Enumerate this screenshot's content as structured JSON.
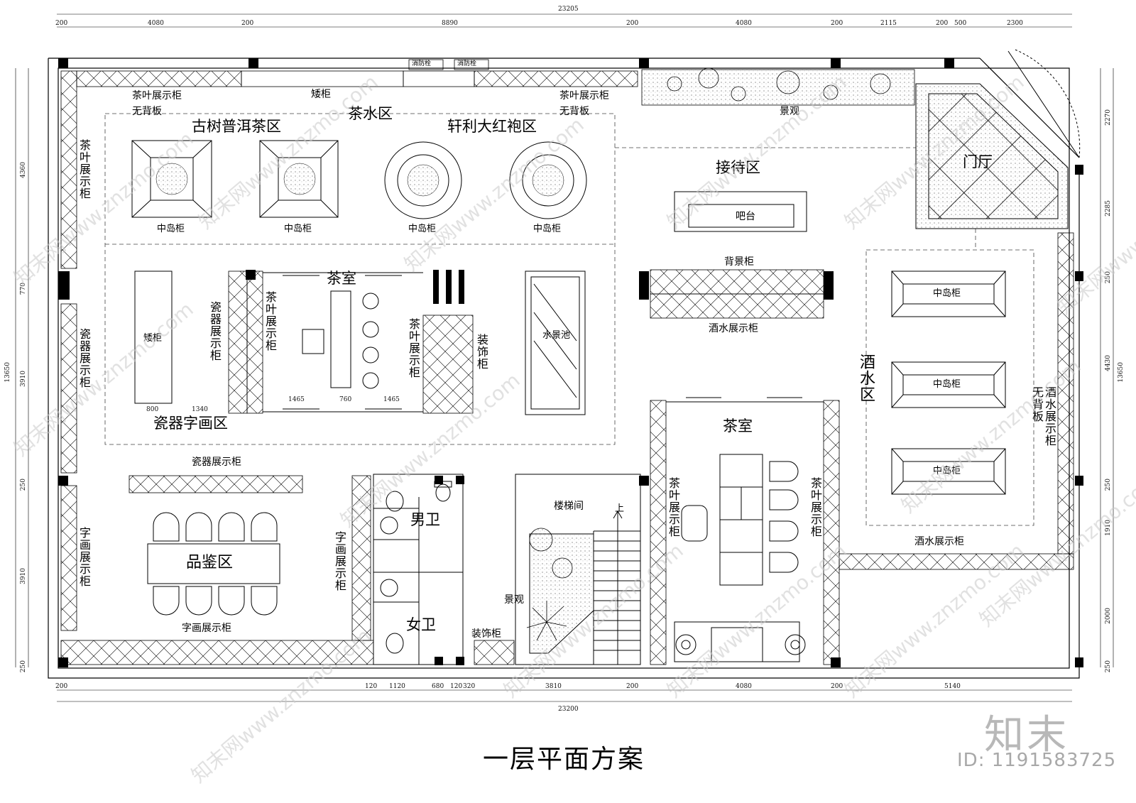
{
  "title": "一层平面方案",
  "logo": "知末",
  "image_id": "ID: 1191583725",
  "watermark": "知末网www.znzmo.com",
  "zones": {
    "tea_water": "茶水区",
    "gushu": "古树普洱茶区",
    "xuanli": "轩利大红袍区",
    "reception": "接待区",
    "entrance": "门厅",
    "landscape_top": "景观",
    "porcelain_zone": "瓷器字画区",
    "tea_room_1": "茶室",
    "tea_room_2": "茶室",
    "pinjian": "品鉴区",
    "men_wc": "男卫",
    "women_wc": "女卫",
    "stair": "楼梯间",
    "stair_up": "上",
    "landscape_stair": "景观",
    "wine_zone": "酒水区"
  },
  "labels": {
    "tea_cabinet_noback_l": "茶叶展示柜",
    "noback_l": "无背板",
    "low_cab_top": "矮柜",
    "tea_cabinet_noback_r": "茶叶展示柜",
    "noback_r": "无背板",
    "fire_1": "消防栓",
    "fire_2": "消防栓",
    "island": [
      "中岛柜",
      "中岛柜",
      "中岛柜",
      "中岛柜"
    ],
    "bar": "吧台",
    "bg_cabinet": "背景柜",
    "wine_display_1": "酒水展示柜",
    "wine_display_2": "酒水展示柜",
    "wine_islands": [
      "中岛柜",
      "中岛柜",
      "中岛柜"
    ],
    "low_cab_mid": "矮柜",
    "water_pool": "水景池",
    "porcelain_display_top": "瓷器展示柜",
    "calligraphy_display_bottom": "字画展示柜",
    "deco_cabinet": "装饰柜"
  },
  "vertical_labels": {
    "left_tea": "茶叶展示柜",
    "left_porcelain": "瓷器展示柜",
    "left_calligraphy": "字画展示柜",
    "mid_porcelain": "瓷器展示柜",
    "tearoom_tea_l": "茶叶展示柜",
    "tearoom_tea_r": "茶叶展示柜",
    "deco": "装饰柜",
    "calligraphy_mid": "字画展示柜",
    "tearoom2_tea_l": "茶叶展示柜",
    "tearoom2_tea_r": "茶叶展示柜",
    "wine_noback_1": "无背板",
    "wine_noback_2": "酒水展示柜"
  },
  "dims": {
    "top_total": "23205",
    "top_segments": [
      "200",
      "4080",
      "200",
      "8890",
      "200",
      "4080",
      "200",
      "2115",
      "200",
      "500",
      "2300"
    ],
    "bottom_total": "23200",
    "bottom_segments": [
      "200",
      "120",
      "1120",
      "680",
      "120",
      "320",
      "3810",
      "200",
      "4080",
      "200",
      "5140"
    ],
    "left_total": "13650",
    "left_segments": [
      "4360",
      "770",
      "3910",
      "250",
      "3910",
      "250"
    ],
    "right_total": "13650",
    "right_segments": [
      "2270",
      "2285",
      "250",
      "4430",
      "250",
      "1910",
      "2000",
      "250"
    ],
    "room_dims": [
      "800",
      "1340",
      "1465",
      "760",
      "1465"
    ]
  }
}
